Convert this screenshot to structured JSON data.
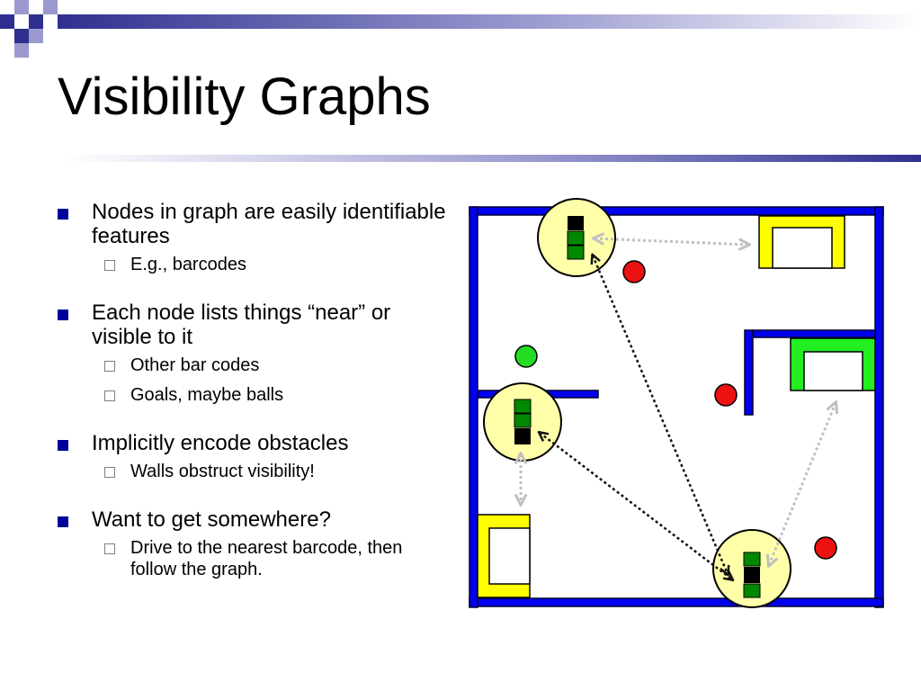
{
  "slide": {
    "title": "Visibility Graphs"
  },
  "bullets": [
    {
      "text": "Nodes in graph are easily identifiable features",
      "subs": [
        "E.g., barcodes"
      ]
    },
    {
      "text": "Each node lists things “near” or visible to it",
      "subs": [
        "Other bar codes",
        "Goals, maybe balls"
      ]
    },
    {
      "text": "Implicitly encode obstacles",
      "subs": [
        "Walls obstruct visibility!"
      ]
    },
    {
      "text": "Want to get somewhere?",
      "subs": [
        "Drive to the nearest barcode, then follow the graph."
      ]
    }
  ],
  "colors": {
    "bullet": "#000099",
    "wall": "#0000ee",
    "goal_yellow": "#ffff00",
    "goal_green": "#22ee22",
    "ball_red": "#ee1111",
    "ball_green": "#22dd22",
    "node_fill": "#ffffaa",
    "barcode_green": "#008800",
    "arrow_gray": "#c0c0c0",
    "arrow_dark": "#111111"
  }
}
